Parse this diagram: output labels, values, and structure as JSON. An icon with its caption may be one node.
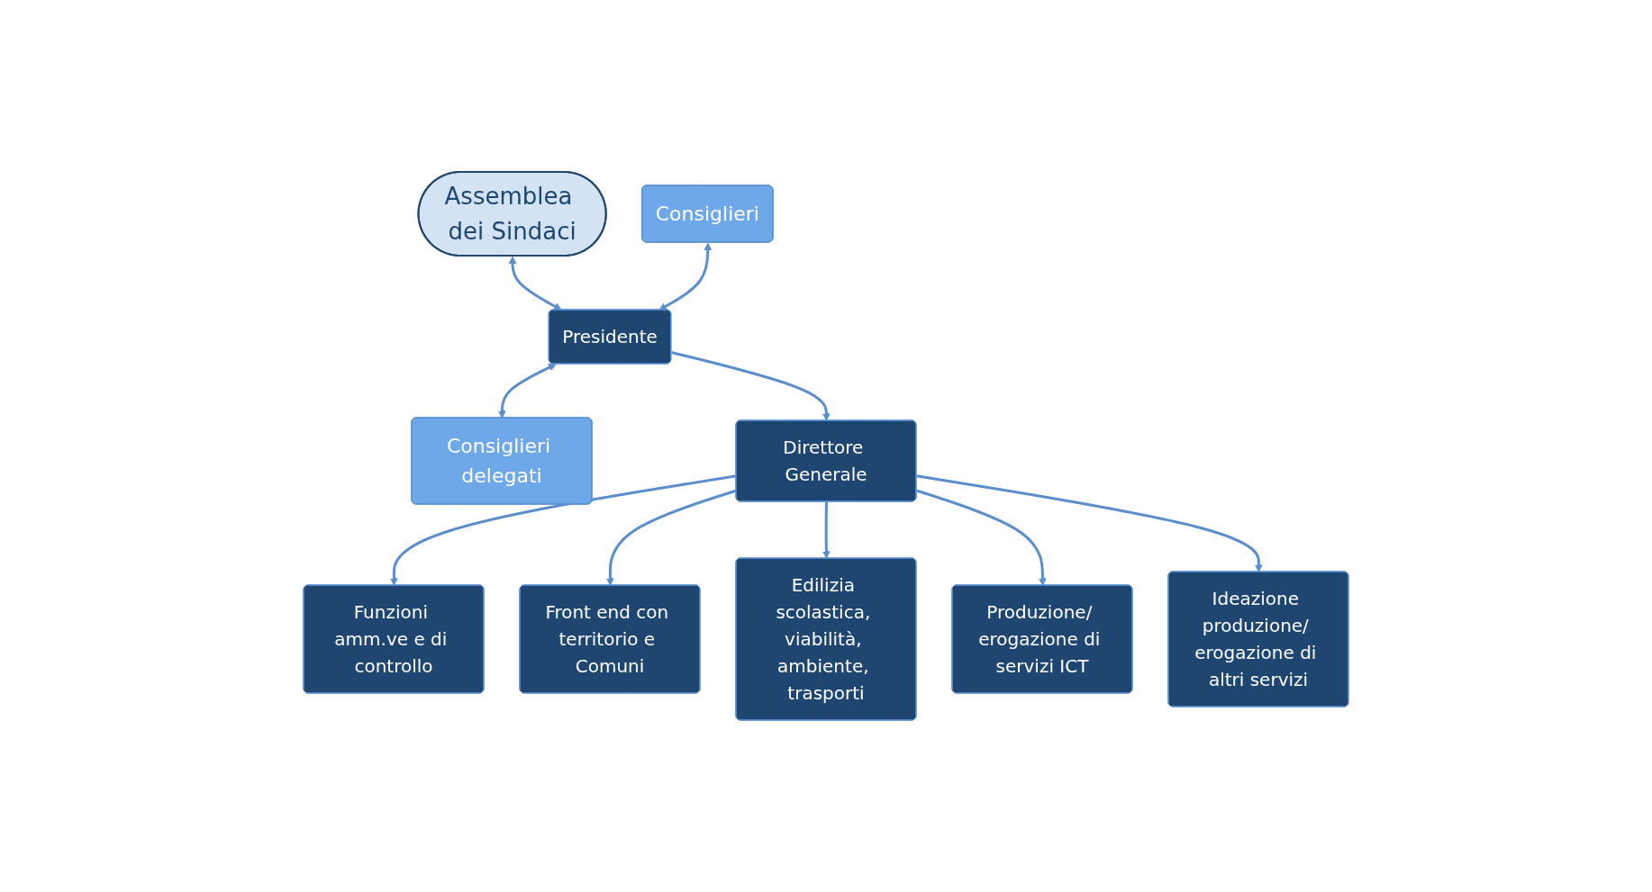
{
  "diagram": {
    "nodes": [
      {
        "text": [
          "Assemblea dei Sindaci"
        ]
      },
      {
        "text": [
          "Consiglieri"
        ]
      },
      {
        "text": [
          "Presidente"
        ]
      },
      {
        "text": [
          "Consiglieri delegati"
        ]
      },
      {
        "text": [
          "Direttore Generale"
        ]
      },
      {
        "text": [
          "Funzioni amm.ve e di controllo"
        ]
      },
      {
        "text": [
          "Front end con territorio e Comuni"
        ]
      },
      {
        "text": [
          "Edilizia scolastica, viabilità, ambiente, trasporti"
        ]
      },
      {
        "text": [
          "Produzione/ erogazione di servizi ICT"
        ]
      },
      {
        "text": [
          "Ideazione produzione/ erogazione di altri servizi"
        ]
      }
    ],
    "edges": [
      {
        "from": 0,
        "to": 2,
        "arrow": "both"
      },
      {
        "from": 1,
        "to": 2,
        "arrow": "both"
      },
      {
        "from": 2,
        "to": 3,
        "arrow": "both"
      },
      {
        "from": 2,
        "to": 4,
        "arrow": "to"
      },
      {
        "from": 4,
        "to": 5,
        "arrow": "to"
      },
      {
        "from": 4,
        "to": 6,
        "arrow": "to"
      },
      {
        "from": 4,
        "to": 7,
        "arrow": "to"
      },
      {
        "from": 4,
        "to": 8,
        "arrow": "to"
      },
      {
        "from": 4,
        "to": 9,
        "arrow": "to"
      }
    ]
  }
}
